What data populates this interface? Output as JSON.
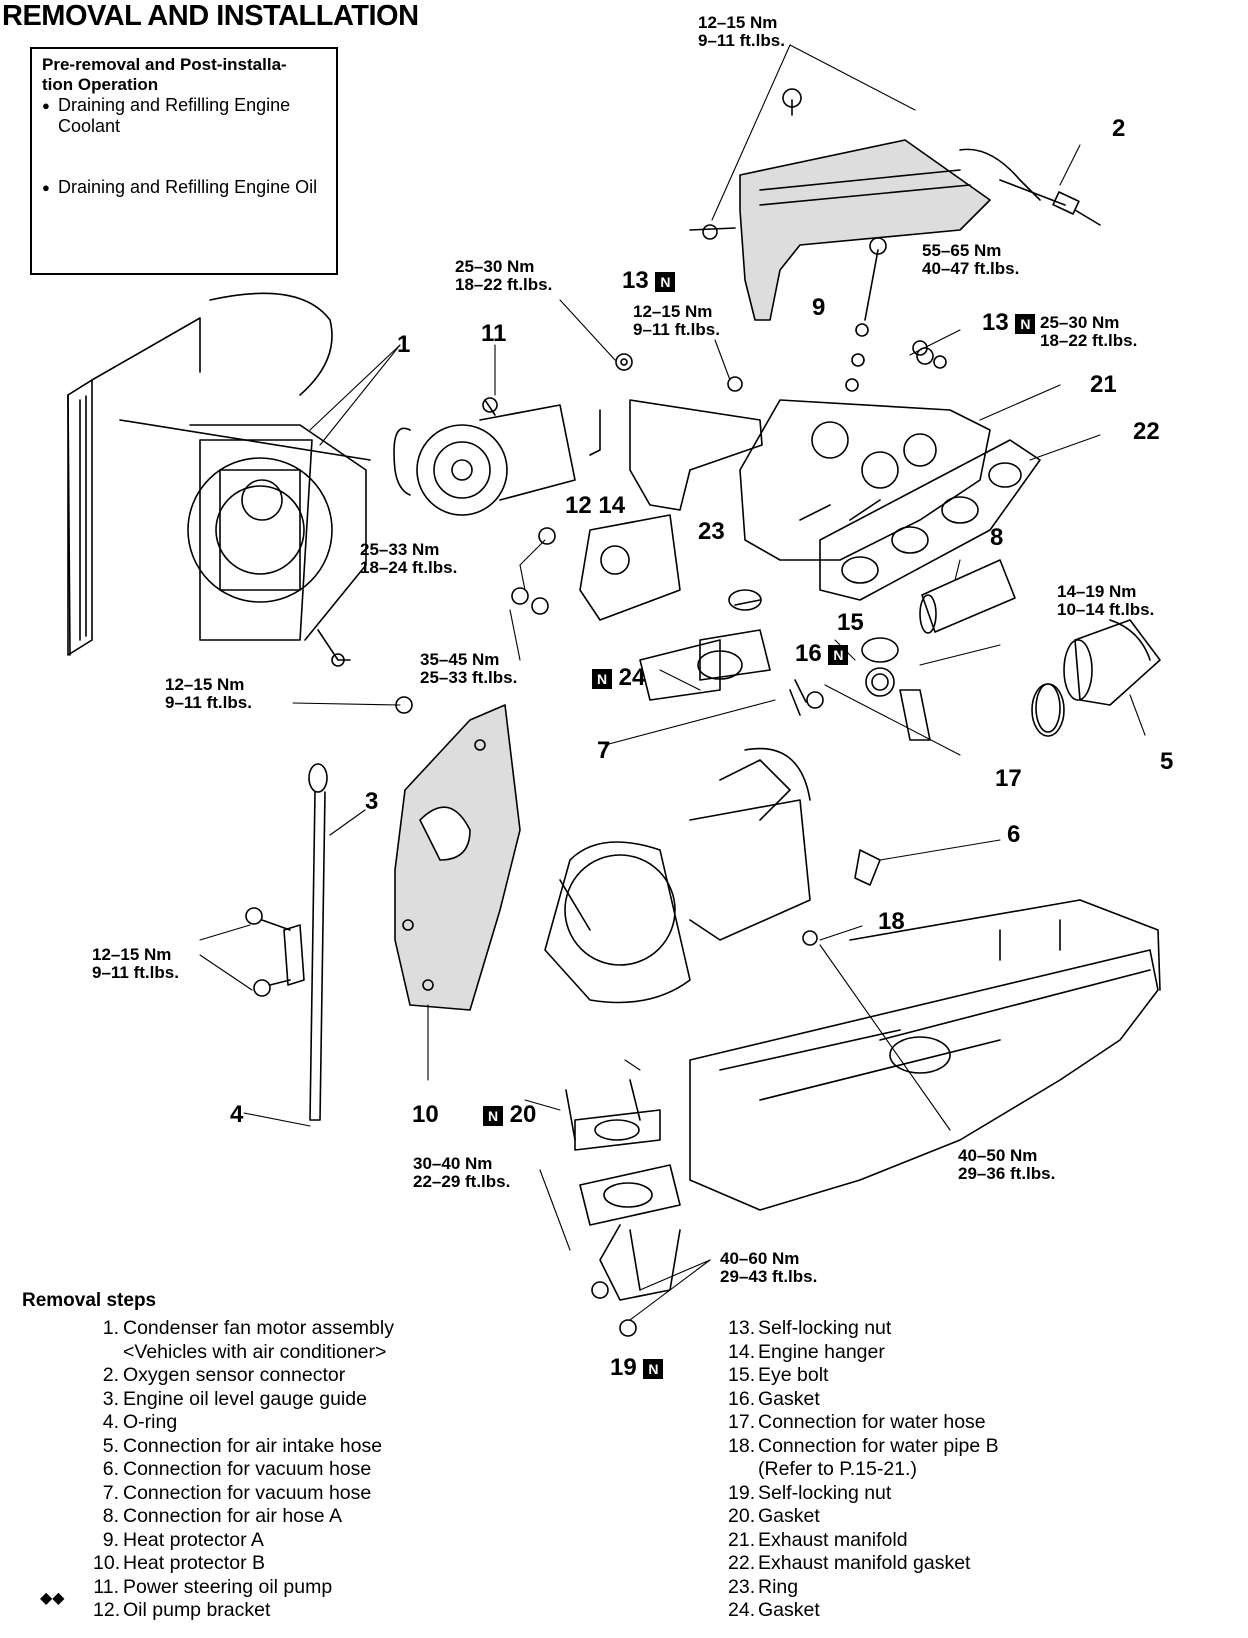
{
  "title": "REMOVAL AND INSTALLATION",
  "pre_box": {
    "heading_line1": "Pre-removal and Post-installa-",
    "heading_line2": "tion Operation",
    "items": [
      "Draining and Refilling Engine Coolant",
      "Draining and Refilling Engine Oil"
    ]
  },
  "torque_labels": [
    {
      "nm": "12–15 Nm",
      "ftlb": "9–11 ft.lbs."
    },
    {
      "nm": "25–30 Nm",
      "ftlb": "18–22 ft.lbs."
    },
    {
      "nm": "12–15 Nm",
      "ftlb": "9–11 ft.lbs."
    },
    {
      "nm": "55–65 Nm",
      "ftlb": "40–47 ft.lbs."
    },
    {
      "nm": "25–30 Nm",
      "ftlb": "18–22 ft.lbs."
    },
    {
      "nm": "25–33 Nm",
      "ftlb": "18–24 ft.lbs."
    },
    {
      "nm": "35–45 Nm",
      "ftlb": "25–33 ft.lbs."
    },
    {
      "nm": "14–19 Nm",
      "ftlb": "10–14 ft.lbs."
    },
    {
      "nm": "12–15 Nm",
      "ftlb": "9–11 ft.lbs."
    },
    {
      "nm": "12–15 Nm",
      "ftlb": "9–11 ft.lbs."
    },
    {
      "nm": "30–40 Nm",
      "ftlb": "22–29 ft.lbs."
    },
    {
      "nm": "40–50 Nm",
      "ftlb": "29–36 ft.lbs."
    },
    {
      "nm": "40–60 Nm",
      "ftlb": "29–43 ft.lbs."
    }
  ],
  "callouts": [
    "1",
    "2",
    "3",
    "4",
    "5",
    "6",
    "7",
    "8",
    "9",
    "10",
    "11",
    "12 14",
    "13",
    "13",
    "15",
    "16",
    "17",
    "18",
    "19",
    "20",
    "21",
    "22",
    "23",
    "24"
  ],
  "new_part_mark": "N",
  "removal_steps_heading": "Removal steps",
  "removal_steps_left": [
    {
      "n": "1.",
      "text": "Condenser fan motor assembly"
    },
    {
      "n": "",
      "text": "<Vehicles with air conditioner>"
    },
    {
      "n": "2.",
      "text": "Oxygen sensor connector"
    },
    {
      "n": "3.",
      "text": "Engine oil level gauge guide"
    },
    {
      "n": "4.",
      "text": "O-ring"
    },
    {
      "n": "5.",
      "text": "Connection for air intake hose"
    },
    {
      "n": "6.",
      "text": "Connection for vacuum hose"
    },
    {
      "n": "7.",
      "text": "Connection for vacuum hose"
    },
    {
      "n": "8.",
      "text": "Connection for air hose A"
    },
    {
      "n": "9.",
      "text": "Heat protector A"
    },
    {
      "n": "10.",
      "text": "Heat protector B"
    },
    {
      "n": "11.",
      "text": "Power steering oil pump"
    },
    {
      "n": "12.",
      "text": "Oil pump bracket"
    }
  ],
  "removal_steps_right": [
    {
      "n": "13.",
      "text": "Self-locking nut"
    },
    {
      "n": "14.",
      "text": "Engine hanger"
    },
    {
      "n": "15.",
      "text": "Eye bolt"
    },
    {
      "n": "16.",
      "text": "Gasket"
    },
    {
      "n": "17.",
      "text": "Connection for water hose"
    },
    {
      "n": "18.",
      "text": "Connection for water pipe B"
    },
    {
      "n": "",
      "text": "(Refer to P.15-21.)"
    },
    {
      "n": "19.",
      "text": "Self-locking nut"
    },
    {
      "n": "20.",
      "text": "Gasket"
    },
    {
      "n": "21.",
      "text": "Exhaust manifold"
    },
    {
      "n": "22.",
      "text": "Exhaust manifold gasket"
    },
    {
      "n": "23.",
      "text": "Ring"
    },
    {
      "n": "24.",
      "text": "Gasket"
    }
  ],
  "step_11_mark": "◆◆"
}
